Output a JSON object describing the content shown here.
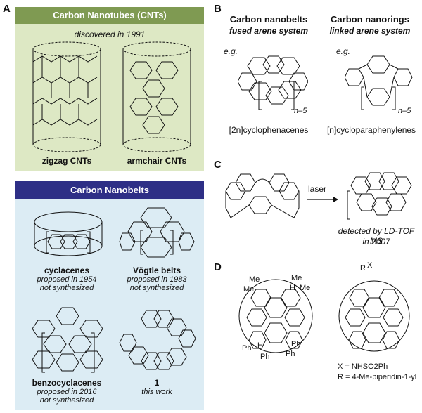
{
  "panels": {
    "A": {
      "letter": "A",
      "cnt": {
        "header": "Carbon Nanotubes (CNTs)",
        "discovered": "discovered in 1991",
        "zigzag": "zigzag CNTs",
        "armchair": "armchair CNTs"
      },
      "belts": {
        "header": "Carbon Nanobelts",
        "cyclacenes": {
          "name": "cyclacenes",
          "line1": "proposed in 1954",
          "line2": "not synthesized"
        },
        "vogtle": {
          "name": "Vögtle belts",
          "line1": "proposed in 1983",
          "line2": "not synthesized"
        },
        "benzo": {
          "name": "benzocyclacenes",
          "line1": "proposed in 2016",
          "line2": "not synthesized"
        },
        "this": {
          "name": "1",
          "line1": "this work"
        }
      }
    },
    "B": {
      "letter": "B",
      "nanobelts_title": "Carbon nanobelts",
      "nanobelts_sub": "fused arene system",
      "nanorings_title": "Carbon nanorings",
      "nanorings_sub": "linked arene system",
      "eg_left": "e.g.",
      "eg_right": "e.g.",
      "n5_left": "n–5",
      "n5_right": "n–5",
      "caption_left": "[2n]cyclophenacenes",
      "caption_right": "[n]cycloparaphenylenes"
    },
    "C": {
      "letter": "C",
      "arrow_label": "laser",
      "detected": "detected by LD-TOF MS",
      "year": "in 2007"
    },
    "D": {
      "letter": "D",
      "labels": {
        "me1": "Me",
        "me2": "Me",
        "me3": "Me",
        "me4": "Me",
        "h1": "H",
        "h2": "H",
        "ph1": "Ph",
        "ph2": "Ph",
        "ph3": "Ph",
        "ph4": "Ph",
        "r": "R",
        "x": "X"
      },
      "legend_x": "X = NHSO2Ph",
      "legend_r": "R = 4-Me-piperidin-1-yl"
    }
  }
}
